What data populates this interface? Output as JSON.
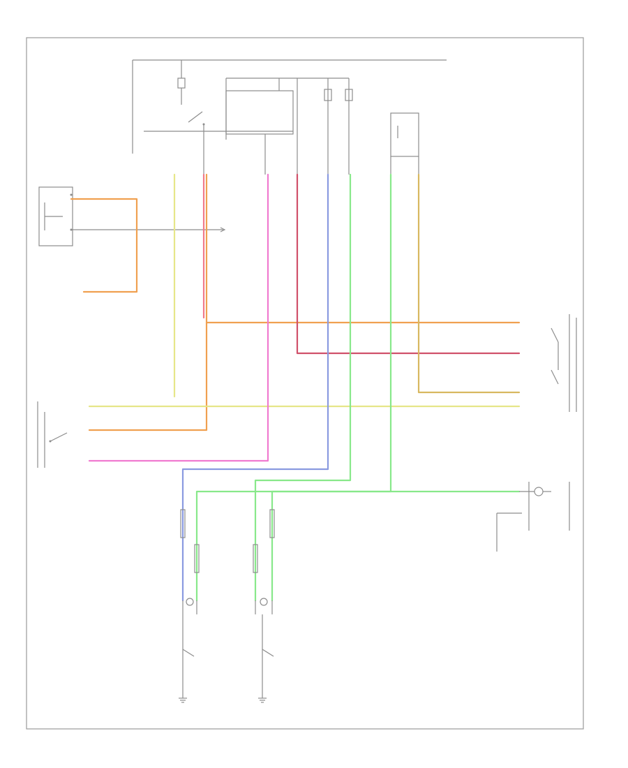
{
  "diagram": {
    "colors": {
      "frame": "#9a9a9a",
      "line": "#8c8c8c",
      "orange": "#f0a050",
      "yellow": "#e6e689",
      "pink": "#f07a8a",
      "magenta": "#f07ad0",
      "red": "#d0506a",
      "blue": "#8a9ae0",
      "green": "#88e88a",
      "tan": "#d8b860"
    },
    "wires": [
      {
        "id": "orange-sensor-loop",
        "color": "orange"
      },
      {
        "id": "orange-headlamp-feed",
        "color": "orange"
      },
      {
        "id": "orange-switch-feed",
        "color": "orange"
      },
      {
        "id": "yellow-feed",
        "color": "yellow"
      },
      {
        "id": "yellow-switch-bus",
        "color": "yellow"
      },
      {
        "id": "pink-feed",
        "color": "pink"
      },
      {
        "id": "magenta-feed",
        "color": "magenta"
      },
      {
        "id": "red-feed",
        "color": "red"
      },
      {
        "id": "blue-feed",
        "color": "blue"
      },
      {
        "id": "green-feed",
        "color": "green"
      },
      {
        "id": "green-indicator-feed",
        "color": "green"
      },
      {
        "id": "tan-feed",
        "color": "tan"
      },
      {
        "id": "green-right-feed",
        "color": "green"
      }
    ],
    "grounds": [
      {
        "id": "left-headlamp-ground"
      },
      {
        "id": "right-headlamp-ground"
      }
    ]
  }
}
